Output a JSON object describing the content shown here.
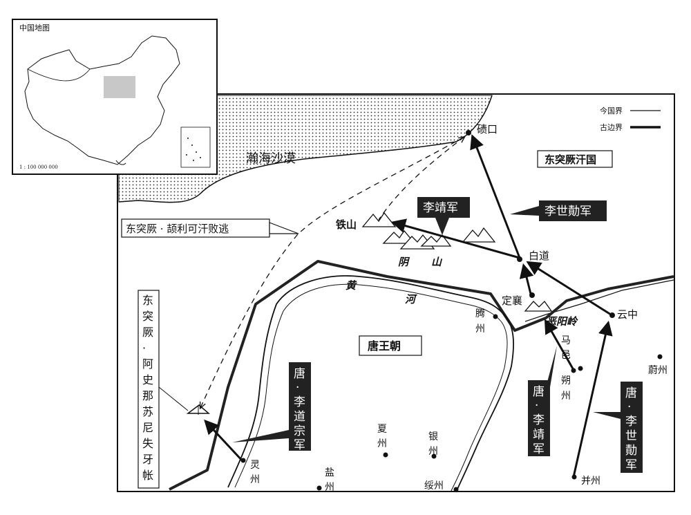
{
  "inset": {
    "title": "中国地图",
    "scale": "1 : 100 000 000"
  },
  "legend": {
    "modern_border": "今国界",
    "ancient_border": "古边界"
  },
  "regions": {
    "desert": "瀚海沙漠",
    "turk_khanate": "东突厥汗国",
    "tang": "唐王朝",
    "yinshan": [
      "阴",
      "山"
    ],
    "yellow_river": [
      "黄",
      "河"
    ]
  },
  "places": {
    "qikou": "碛口",
    "tieshan": "铁山",
    "baidao": "白道",
    "dingxiang": "定襄",
    "eyangling": "恶阳岭",
    "yunzhong": "云中",
    "tengzhou": [
      "腾",
      "州"
    ],
    "mayi": [
      "马",
      "邑"
    ],
    "shuozhou": [
      "朔",
      "州"
    ],
    "weizhou": "蔚州",
    "lingzhou": [
      "灵",
      "州"
    ],
    "yanzhou": [
      "盐",
      "州"
    ],
    "xiazhou": [
      "夏",
      "州"
    ],
    "yinzhou": [
      "银",
      "州"
    ],
    "suizhou": "绥州",
    "bingzhou": "并州"
  },
  "armies": {
    "li_jing": "李靖军",
    "li_shiji": "李世勣军",
    "tang_li_daozong": [
      "唐",
      "·",
      "李",
      "道",
      "宗",
      "军"
    ],
    "tang_li_jing": [
      "唐",
      "·",
      "李",
      "靖",
      "军"
    ],
    "tang_li_shiji": [
      "唐",
      "·",
      "李",
      "世",
      "勣",
      "军"
    ]
  },
  "notes": {
    "jieli_flee": "东突厥 · 颉利可汗败逃",
    "ashina_camp": [
      "东",
      "突",
      "厥",
      "·",
      "阿",
      "史",
      "那",
      "苏",
      "尼",
      "失",
      "牙",
      "帐"
    ]
  },
  "colors": {
    "ink": "#111111",
    "inset_highlight": "#c8c8c8",
    "label_bg": "#ffffff",
    "army_bg": "#222222"
  }
}
